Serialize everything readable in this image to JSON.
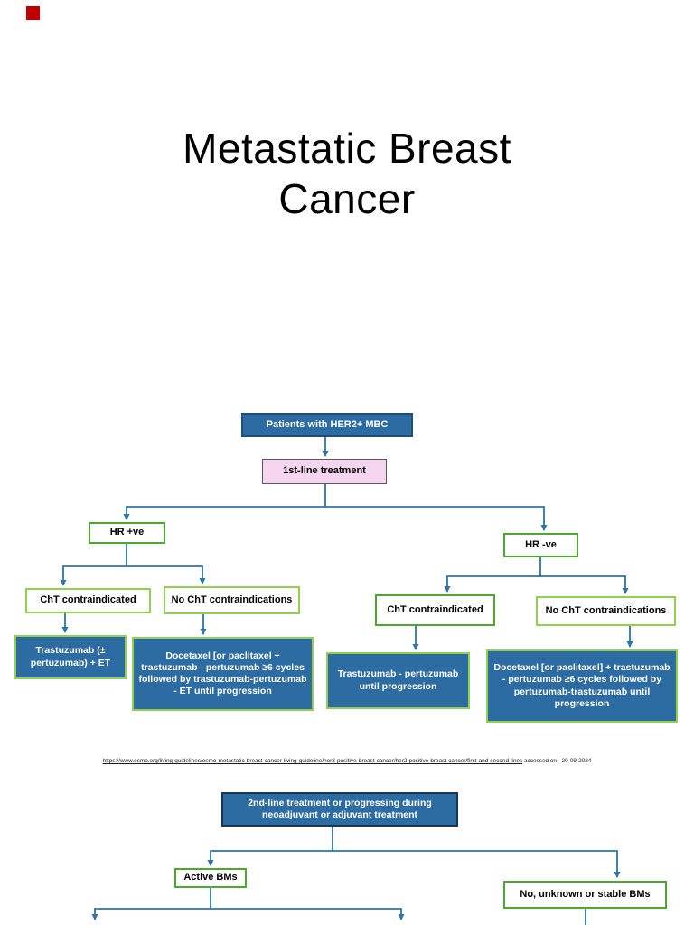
{
  "title": {
    "line1": "Metastatic Breast",
    "line2": "Cancer"
  },
  "flowchart_first_line": {
    "patients": "Patients with HER2+ MBC",
    "first_line_treatment": "1st-line treatment",
    "hr_positive": "HR +ve",
    "hr_negative": "HR -ve",
    "cht_contraindicated_left": "ChT contraindicated",
    "no_cht_contraindications_left": "No ChT contraindications",
    "cht_contraindicated_right": "ChT contraindicated",
    "no_cht_contraindications_right": "No ChT contraindications",
    "trastuzumab_et": "Trastuzumab (± pertuzumab) + ET",
    "docetaxel_hr_positive": "Docetaxel [or paclitaxel + trastuzumab - pertuzumab ≥6 cycles followed by trastuzumab-pertuzumab - ET until progression",
    "trastuzumab_pertuzumab": "Trastuzumab - pertuzumab until progression",
    "docetaxel_hr_negative": "Docetaxel [or paclitaxel] + trastuzumab - pertuzumab ≥6 cycles followed by pertuzumab-trastuzumab until progression"
  },
  "citation": {
    "url": "https://www.esmo.org/living-guidelines/esmo-metastatic-breast-cancer-living-guideline/her2-positive-breast-cancer/her2-positive-breast-cancer/first-and-second-lines",
    "suffix": " accessed on - 20-09-2024"
  },
  "flowchart_second_line": {
    "second_line_treatment": "2nd-line treatment or progressing during neoadjuvant or adjuvant treatment",
    "active_bms": "Active BMs",
    "stable_bms": "No, unknown or stable BMs"
  },
  "colors": {
    "box_blue_fill": "#2d6ba3",
    "box_navy_border": "#1f4e79",
    "box_green_border": "#4ea72e",
    "box_light_green_border": "#92d050",
    "box_pink_fill": "#f6d5f0",
    "connector_blue": "#2e75a8",
    "marker_red": "#c00000"
  }
}
